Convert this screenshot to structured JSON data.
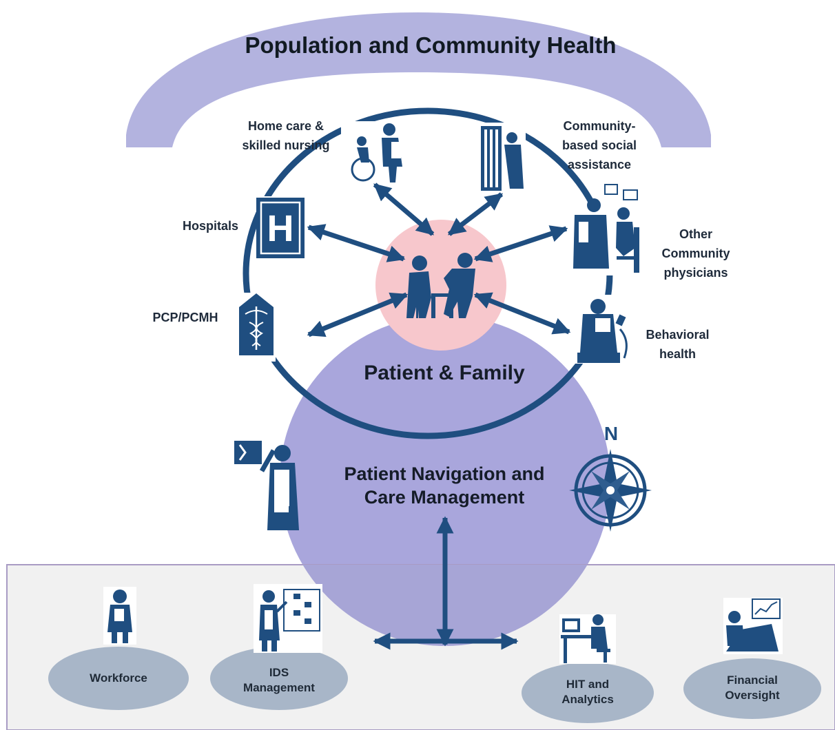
{
  "title": "Population and Community Health",
  "center_label": "Patient & Family",
  "navigation_label": "Patient Navigation and\nCare Management",
  "providers": {
    "home_care": "Home care &\nskilled nursing",
    "community_social": "Community-\nbased social\nassistance",
    "hospitals": "Hospitals",
    "other_physicians": "Other\nCommunity\nphysicians",
    "pcp": "PCP/PCMH",
    "behavioral": "Behavioral\nhealth"
  },
  "compass_letter": "N",
  "hospital_letter": "H",
  "infrastructure": {
    "workforce": "Workforce",
    "ids": "IDS\nManagement",
    "hit": "HIT and\nAnalytics",
    "financial": "Financial\nOversight"
  },
  "colors": {
    "arc": "#b3b3df",
    "navy": "#1f4e80",
    "care_circle": "#a9a6dc",
    "patient_circle": "#f7c7cc",
    "panel": "#f1f1f1",
    "panel_border": "#a89bc4",
    "pill": "#a8b6c8"
  },
  "icons": {
    "arc": "population-health-arc",
    "patient": "patient-family-icon",
    "compass": "compass-icon",
    "hospital": "hospital-icon",
    "pcp": "caduceus-icon"
  }
}
